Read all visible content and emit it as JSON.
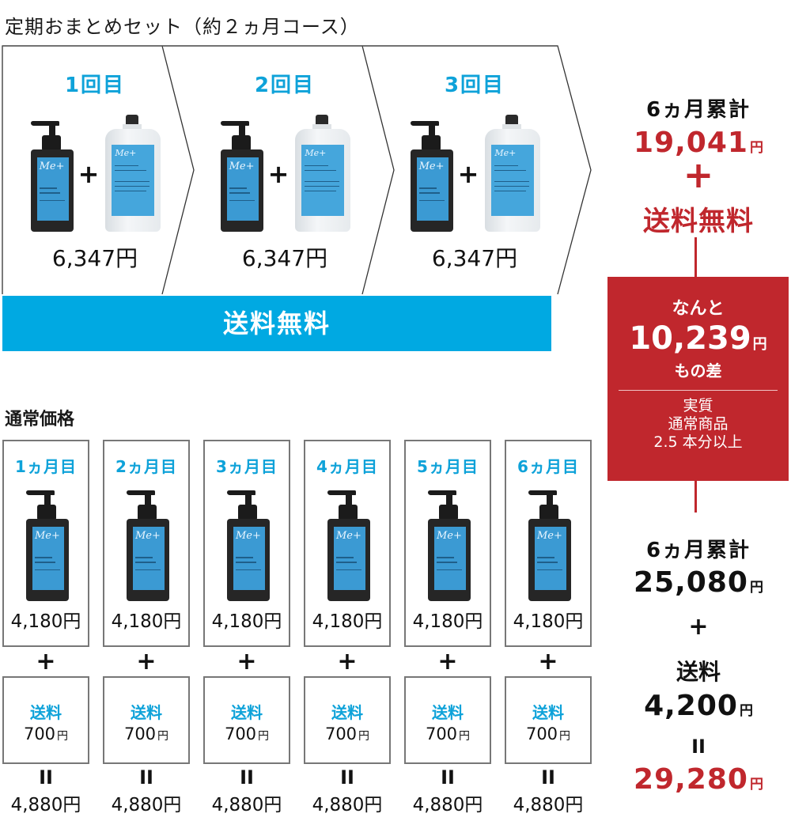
{
  "subscription": {
    "title": "定期おまとめセット（約２ヵ月コース）",
    "steps": [
      {
        "label": "1回目",
        "price": "6,347円"
      },
      {
        "label": "2回目",
        "price": "6,347円"
      },
      {
        "label": "3回目",
        "price": "6,347円"
      }
    ],
    "plus": "+",
    "free_shipping_banner": "送料無料",
    "product_label": "Me+",
    "colors": {
      "accent_blue": "#00a9e2",
      "label_blue": "#0ea2d9"
    }
  },
  "summary": {
    "subscription_total_title": "6ヵ月累計",
    "subscription_total_amount": "19,041",
    "subscription_total_yen": "円",
    "subscription_plus": "+",
    "subscription_free_shipping": "送料無料",
    "difference_box": {
      "intro": "なんと",
      "amount": "10,239",
      "yen": "円",
      "suffix": "もの差",
      "note_line1": "実質",
      "note_line2": "通常商品",
      "note_line3": "2.5 本分以上",
      "color": "#c0272d"
    },
    "regular_total_title": "6ヵ月累計",
    "regular_total_amount": "25,080",
    "regular_total_yen": "円",
    "regular_plus": "+",
    "shipping_label": "送料",
    "shipping_amount": "4,200",
    "shipping_yen": "円",
    "equals": "II",
    "grand_total_amount": "29,280",
    "grand_total_yen": "円"
  },
  "regular": {
    "title": "通常価格",
    "months": [
      {
        "label": "1ヵ月目",
        "price": "4,180円",
        "shipping_label": "送料",
        "shipping": "700",
        "shipping_yen": "円",
        "total": "4,880円"
      },
      {
        "label": "2ヵ月目",
        "price": "4,180円",
        "shipping_label": "送料",
        "shipping": "700",
        "shipping_yen": "円",
        "total": "4,880円"
      },
      {
        "label": "3ヵ月目",
        "price": "4,180円",
        "shipping_label": "送料",
        "shipping": "700",
        "shipping_yen": "円",
        "total": "4,880円"
      },
      {
        "label": "4ヵ月目",
        "price": "4,180円",
        "shipping_label": "送料",
        "shipping": "700",
        "shipping_yen": "円",
        "total": "4,880円"
      },
      {
        "label": "5ヵ月目",
        "price": "4,180円",
        "shipping_label": "送料",
        "shipping": "700",
        "shipping_yen": "円",
        "total": "4,880円"
      },
      {
        "label": "6ヵ月目",
        "price": "4,180円",
        "shipping_label": "送料",
        "shipping": "700",
        "shipping_yen": "円",
        "total": "4,880円"
      }
    ],
    "plus": "+",
    "equals": "II"
  }
}
